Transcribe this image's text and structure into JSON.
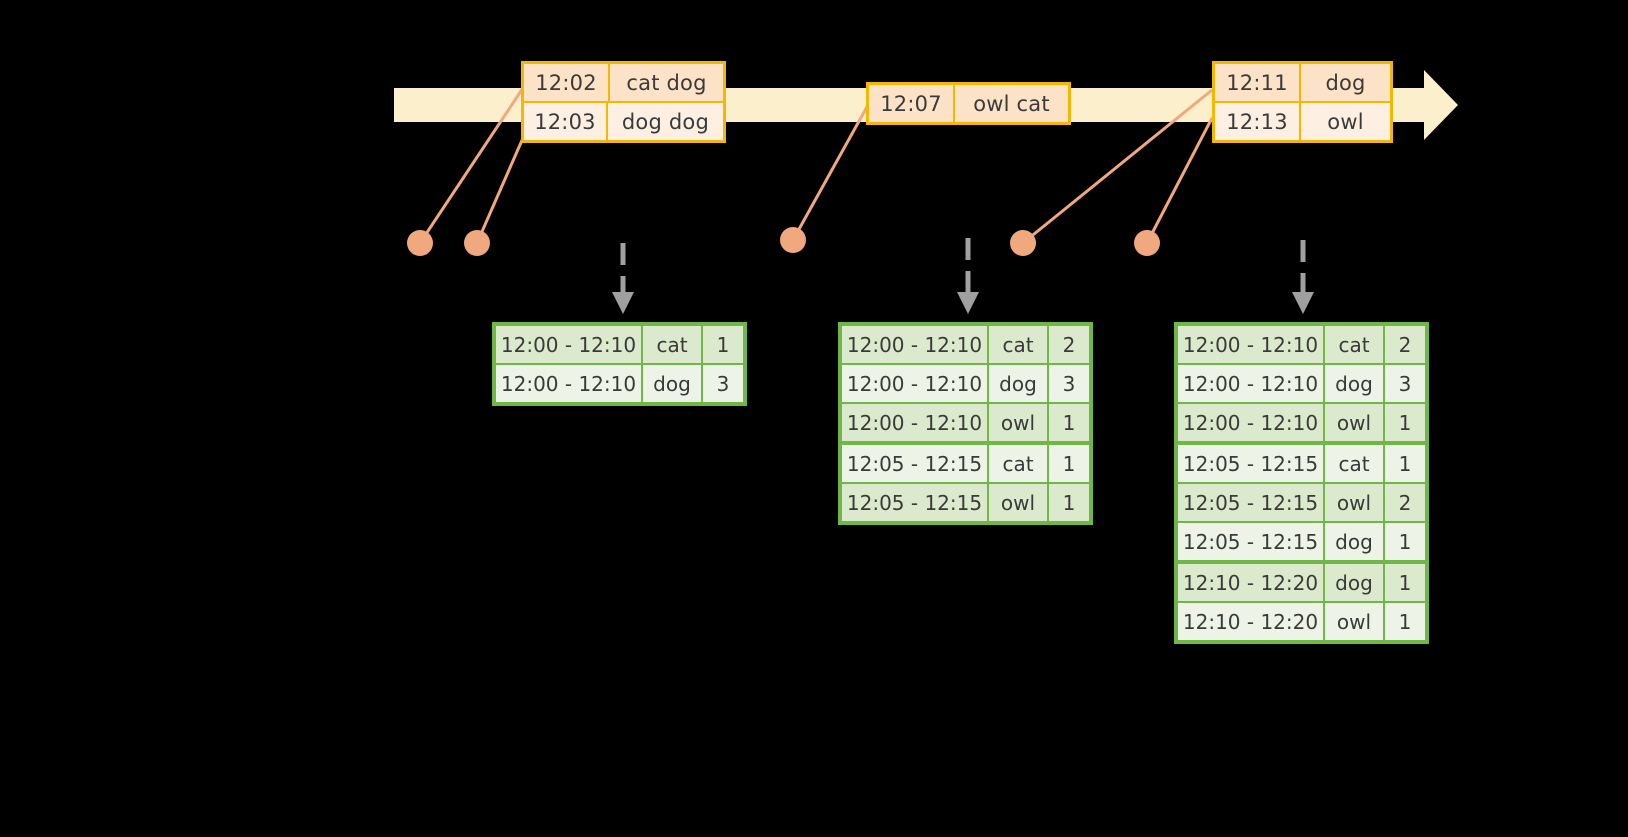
{
  "diagram": {
    "title": "windowed-aggregation-timeline",
    "colors": {
      "background": "#000000",
      "timeline_bar": "#FCEFCB",
      "event_border": "#F5B800",
      "event_fill_dark": "#FCE2C6",
      "event_fill_light": "#FDF0E3",
      "table_border": "#6FB848",
      "table_fill_dark": "#DBE9CC",
      "table_fill_light": "#EDF3E6",
      "connector": "#F0A87E",
      "dashed_arrow": "#A0A0A0"
    }
  },
  "timeline": {
    "name": "event-stream-timeline",
    "arrow_icon": "right-arrow-icon",
    "event_groups": [
      {
        "name": "event-group-1",
        "rows": [
          {
            "time": "12:02",
            "value": "cat dog"
          },
          {
            "time": "12:03",
            "value": "dog dog"
          }
        ]
      },
      {
        "name": "event-group-2",
        "rows": [
          {
            "time": "12:07",
            "value": "owl cat"
          }
        ]
      },
      {
        "name": "event-group-3",
        "rows": [
          {
            "time": "12:11",
            "value": "dog"
          },
          {
            "time": "12:13",
            "value": "owl"
          }
        ]
      }
    ]
  },
  "connector_dots": [
    {
      "name": "connector-dot-1"
    },
    {
      "name": "connector-dot-2"
    },
    {
      "name": "connector-dot-3"
    },
    {
      "name": "connector-dot-4"
    },
    {
      "name": "connector-dot-5"
    }
  ],
  "result_tables": [
    {
      "name": "result-table-1",
      "rows": [
        {
          "window": "12:00 - 12:10",
          "key": "cat",
          "count": "1",
          "group": 0
        },
        {
          "window": "12:00 - 12:10",
          "key": "dog",
          "count": "3",
          "group": 0
        }
      ]
    },
    {
      "name": "result-table-2",
      "rows": [
        {
          "window": "12:00 - 12:10",
          "key": "cat",
          "count": "2",
          "group": 0
        },
        {
          "window": "12:00 - 12:10",
          "key": "dog",
          "count": "3",
          "group": 0
        },
        {
          "window": "12:00 - 12:10",
          "key": "owl",
          "count": "1",
          "group": 0
        },
        {
          "window": "12:05 - 12:15",
          "key": "cat",
          "count": "1",
          "group": 1
        },
        {
          "window": "12:05 - 12:15",
          "key": "owl",
          "count": "1",
          "group": 1
        }
      ]
    },
    {
      "name": "result-table-3",
      "rows": [
        {
          "window": "12:00 - 12:10",
          "key": "cat",
          "count": "2",
          "group": 0
        },
        {
          "window": "12:00 - 12:10",
          "key": "dog",
          "count": "3",
          "group": 0
        },
        {
          "window": "12:00 - 12:10",
          "key": "owl",
          "count": "1",
          "group": 0
        },
        {
          "window": "12:05 - 12:15",
          "key": "cat",
          "count": "1",
          "group": 1
        },
        {
          "window": "12:05 - 12:15",
          "key": "owl",
          "count": "2",
          "group": 1
        },
        {
          "window": "12:05 - 12:15",
          "key": "dog",
          "count": "1",
          "group": 1
        },
        {
          "window": "12:10 - 12:20",
          "key": "dog",
          "count": "1",
          "group": 2
        },
        {
          "window": "12:10 - 12:20",
          "key": "owl",
          "count": "1",
          "group": 2
        }
      ]
    }
  ]
}
